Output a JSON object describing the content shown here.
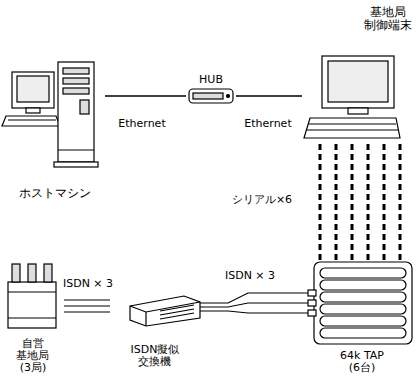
{
  "diagram": {
    "nodes": [
      {
        "text": [
          "ホストマシン"
        ]
      },
      {
        "text": [
          "HUB"
        ]
      },
      {
        "text": [
          "基地局 制御端末"
        ]
      },
      {
        "text": [
          "自営 基地局 (3局)"
        ]
      },
      {
        "text": [
          "ISDN擬似 交換機"
        ]
      },
      {
        "text": [
          "64k TAP (6台)"
        ]
      }
    ],
    "edges": [
      {
        "from": 0,
        "to": 1,
        "label": "Ethernet",
        "arrow": "none"
      },
      {
        "from": 1,
        "to": 2,
        "label": "Ethernet",
        "arrow": "none"
      },
      {
        "from": 2,
        "to": 5,
        "label": "シリアル×6",
        "arrow": "none"
      },
      {
        "from": 5,
        "to": 4,
        "label": "ISDN × 3",
        "arrow": "none"
      },
      {
        "from": 4,
        "to": 3,
        "label": "ISDN × 3",
        "arrow": "none"
      }
    ]
  }
}
